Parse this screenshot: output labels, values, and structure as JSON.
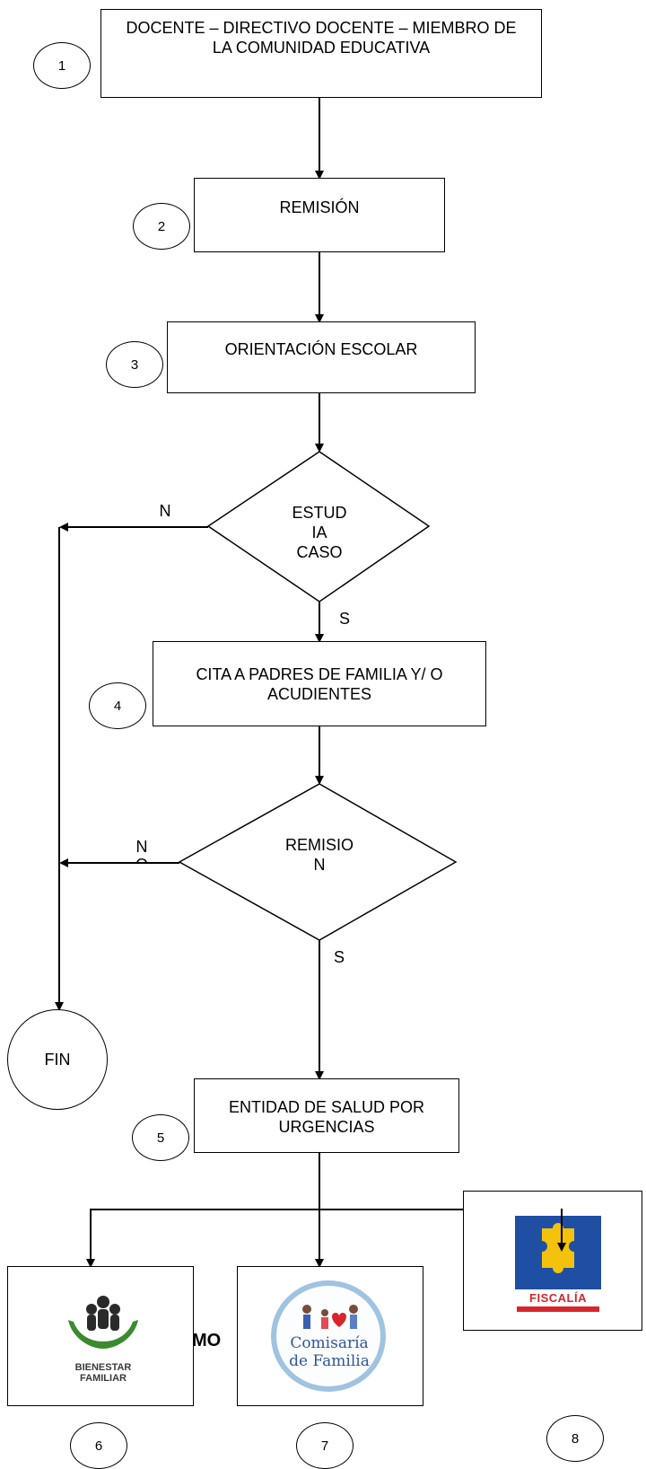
{
  "steps": {
    "step1": {
      "number": "1",
      "text": "DOCENTE – DIRECTIVO DOCENTE – MIEMBRO DE LA COMUNIDAD EDUCATIVA"
    },
    "step2": {
      "number": "2",
      "text": "REMISIÓN"
    },
    "step3": {
      "number": "3",
      "text": "ORIENTACIÓN ESCOLAR"
    },
    "step4": {
      "number": "4",
      "text": "CITA A PADRES DE FAMILIA Y/ O ACUDIENTES"
    },
    "step5": {
      "number": "5",
      "text": "ENTIDAD DE SALUD POR URGENCIAS"
    }
  },
  "decisions": {
    "decision1": {
      "text_line1": "ESTUD",
      "text_line2": "IA",
      "text_line3": "CASO",
      "no_label": "N",
      "yes_label": "S"
    },
    "decision2": {
      "text_line1": "REMISIO",
      "text_line2": "N",
      "no_label": "N",
      "no_label_cut": "O",
      "yes_label": "S"
    }
  },
  "end": {
    "text": "FIN"
  },
  "entities": {
    "bienestar": {
      "number": "6",
      "logo_line1": "BIENESTAR",
      "logo_line2": "FAMILIAR",
      "overlap_text": "MO"
    },
    "comisaria": {
      "number": "7",
      "logo_line1": "Comisaría",
      "logo_line2": "de Familia"
    },
    "fiscalia": {
      "number": "8",
      "logo_text": "FISCALÍA"
    }
  },
  "colors": {
    "line": "#000000",
    "bienestar_green": "#3c8a2e",
    "fiscalia_blue": "#1e4fa3",
    "fiscalia_yellow": "#f4c20d",
    "fiscalia_red": "#d7262b",
    "comisaria_ring": "#9fc3e0"
  }
}
